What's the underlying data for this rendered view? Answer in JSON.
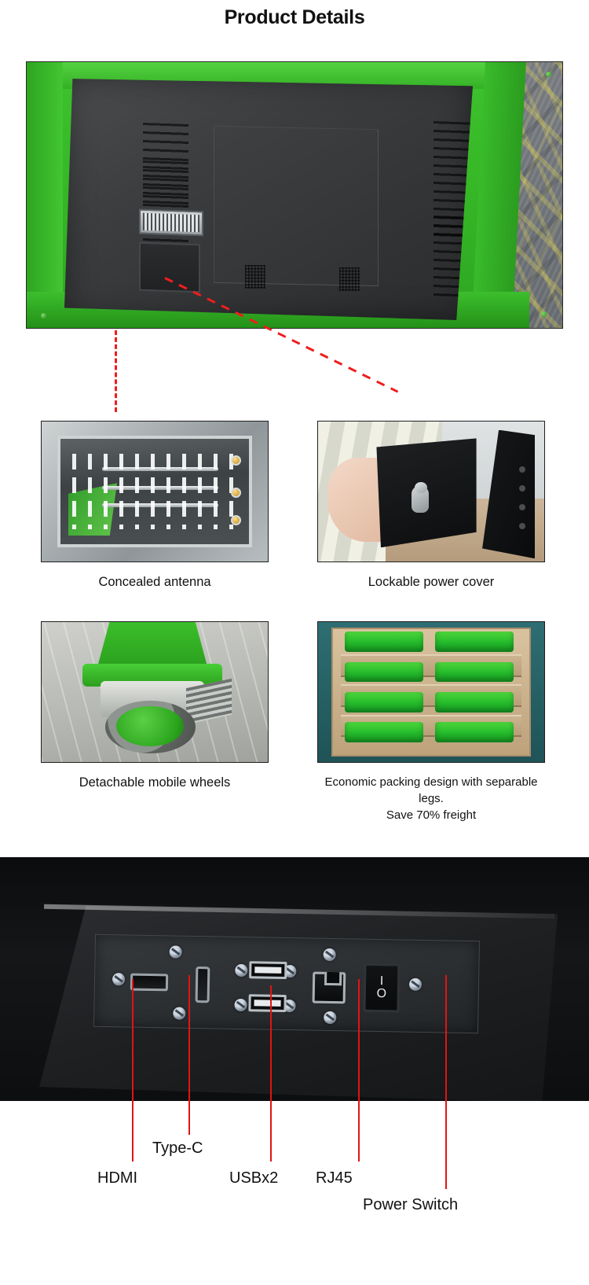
{
  "page": {
    "title": "Product Details",
    "accent_red": "#e11414",
    "accent_green": "#36b827",
    "background": "#ffffff"
  },
  "hero": {
    "name": "product-back-panel-photo",
    "alt": "Green framed interactive display rear panel on office carpet"
  },
  "details": [
    {
      "id": "concealed-antenna",
      "caption": "Concealed antenna",
      "photo_alt": "Metal vented plate with internal antenna rods and gold connectors"
    },
    {
      "id": "lockable-power-cover",
      "caption": "Lockable power cover",
      "photo_alt": "Hand holding black lockable power cover plate with key lock"
    },
    {
      "id": "detachable-mobile-wheels",
      "caption": "Detachable mobile wheels",
      "photo_alt": "Green caster wheel attached to green stand leg"
    },
    {
      "id": "economic-packing",
      "caption_line1": "Economic packing design with separable legs.",
      "caption_line2": "Save 70% freight",
      "photo_alt": "Carton box packed with green separable stand legs in rows"
    }
  ],
  "io_panel": {
    "photo_alt": "Close-up of black rear I/O port panel with screws",
    "ports": [
      {
        "id": "hdmi",
        "label": "HDMI",
        "icon": "hdmi-port-icon"
      },
      {
        "id": "type-c",
        "label": "Type-C",
        "icon": "typec-port-icon"
      },
      {
        "id": "usb",
        "label": "USBx2",
        "icon": "usb-port-icon"
      },
      {
        "id": "rj45",
        "label": "RJ45",
        "icon": "rj45-port-icon"
      },
      {
        "id": "power-switch",
        "label": "Power Switch",
        "icon": "rocker-switch-icon"
      }
    ],
    "switch_marks": {
      "on": "I",
      "off": "O"
    }
  }
}
